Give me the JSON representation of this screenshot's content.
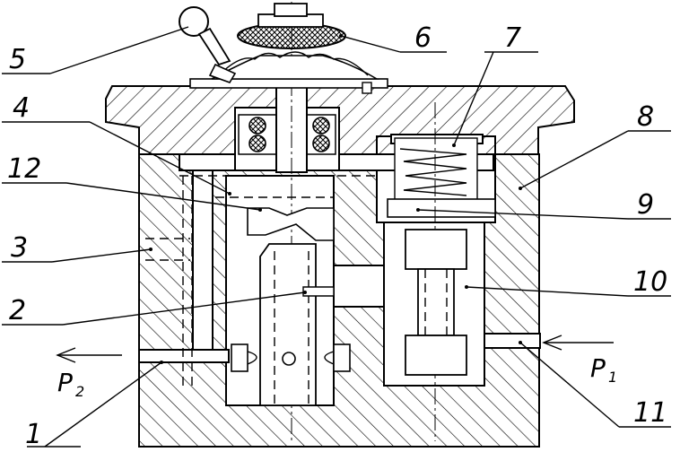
{
  "part_labels": {
    "n1": "1",
    "n2": "2",
    "n3": "3",
    "n4": "4",
    "n5": "5",
    "n6": "6",
    "n7": "7",
    "n8": "8",
    "n9": "9",
    "n10": "10",
    "n11": "11",
    "n12": "12"
  },
  "pressure_labels": {
    "outlet": "P",
    "outlet_sub": "2",
    "inlet": "P",
    "inlet_sub": "1"
  }
}
